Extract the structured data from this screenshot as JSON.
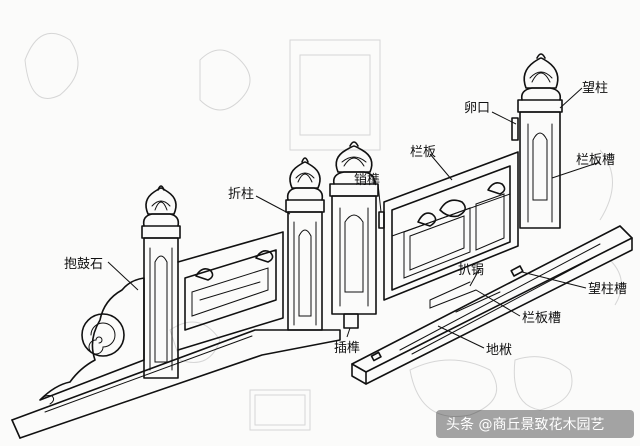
{
  "labels": {
    "wangzhu": "望柱",
    "luankou": "卵口",
    "lanban": "栏板",
    "langbancao": "栏板槽",
    "xiaosun": "销榫",
    "zhezhu": "折柱",
    "baogushi": "抱鼓石",
    "paju": "扒锔",
    "wangzhucao": "望柱槽",
    "langbancao2": "栏板槽",
    "chasun": "插榫",
    "difu": "地栿"
  },
  "watermark": {
    "text": "头条 @商丘景致花木园艺"
  },
  "colors": {
    "ink": "#111111",
    "paper": "#fbfbfa",
    "faint": "#d6d6d6"
  }
}
